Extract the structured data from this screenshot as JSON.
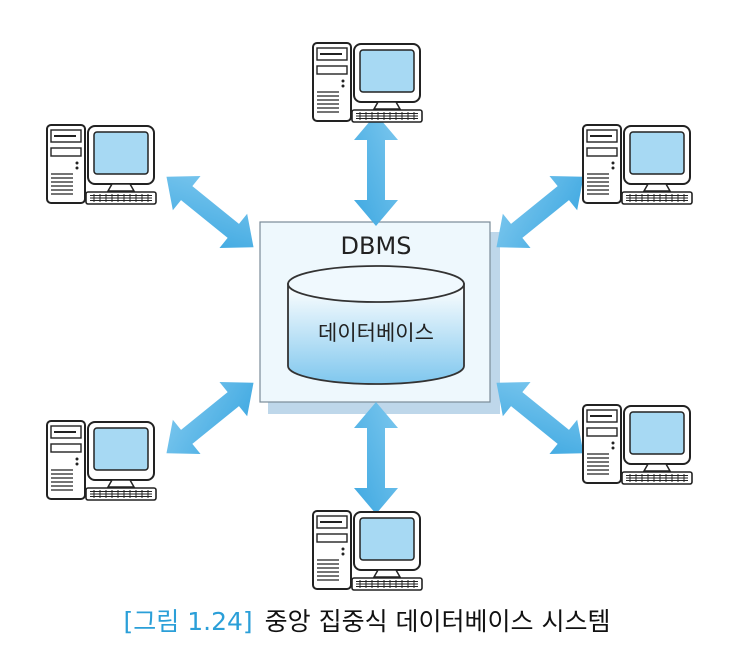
{
  "diagram": {
    "server_label": "DBMS",
    "database_label": "데이터베이스",
    "clients": [
      {
        "id": "top",
        "icon": "desktop-computer-icon"
      },
      {
        "id": "upper-left",
        "icon": "desktop-computer-icon"
      },
      {
        "id": "upper-right",
        "icon": "desktop-computer-icon"
      },
      {
        "id": "lower-left",
        "icon": "desktop-computer-icon"
      },
      {
        "id": "lower-right",
        "icon": "desktop-computer-icon"
      },
      {
        "id": "bottom",
        "icon": "desktop-computer-icon"
      }
    ],
    "connections": "bidirectional"
  },
  "caption": {
    "figure_number": "[그림 1.24]",
    "title": "중앙 집중식 데이터베이스 시스템"
  },
  "colors": {
    "arrow": "#54b4e6",
    "monitor_screen": "#a7d9f3",
    "server_box_fill": "#eef8fd",
    "server_box_shadow": "#bed7ea",
    "cylinder_top": "#f0f9fe",
    "cylinder_body_bottom": "#7fc7ee",
    "caption_figure_number": "#2b9fd8"
  }
}
